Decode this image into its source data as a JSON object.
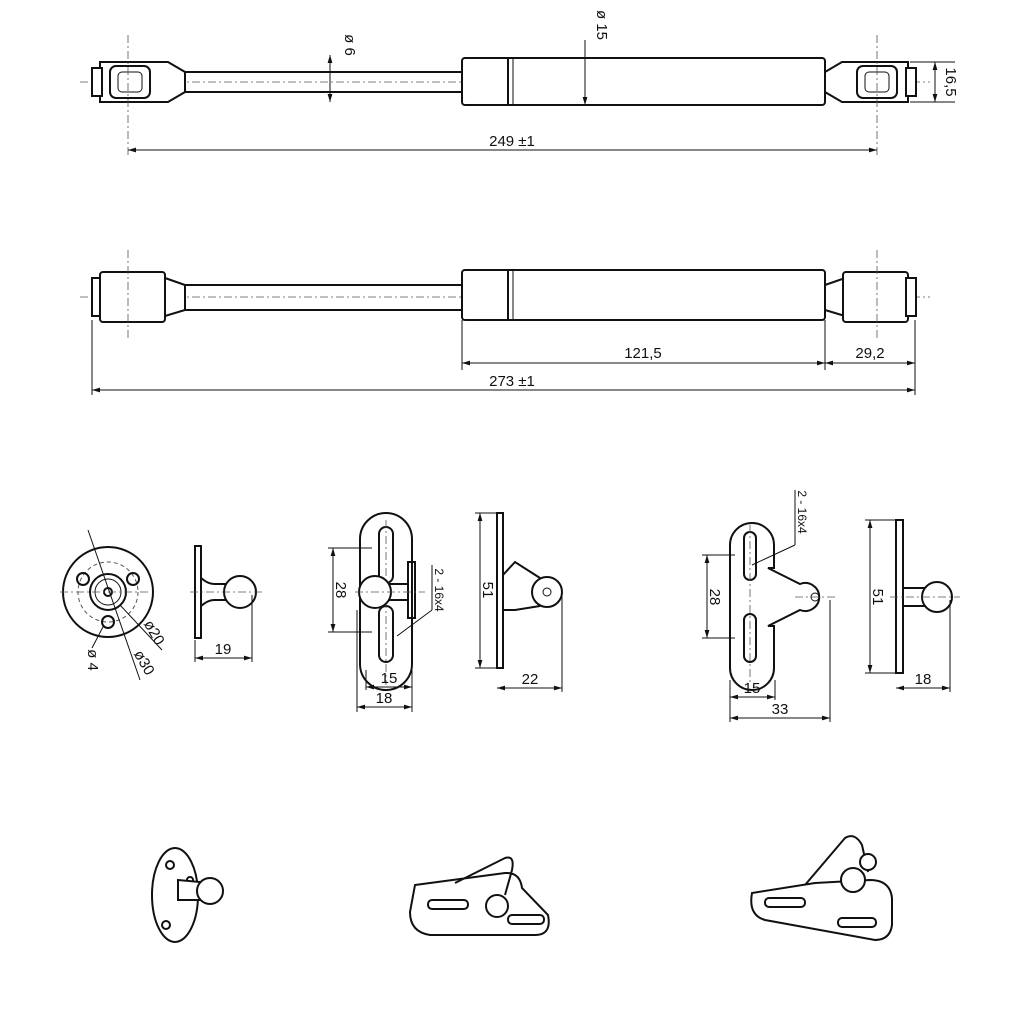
{
  "strut_top": {
    "rod_diameter": "ø 6",
    "cylinder_diameter": "ø 15",
    "end_height": "16,5",
    "overall_length": "249  ±1"
  },
  "strut_side": {
    "cylinder_length": "121,5",
    "end_length": "29,2",
    "overall_length": "273 ±1"
  },
  "ball_plate": {
    "hole_diameter": "ø 4",
    "inner_diameter": "ø20",
    "outer_diameter": "ø30",
    "depth": "19"
  },
  "bracket_a": {
    "slot_pitch": "28",
    "slot_spec": "2 - 16x4",
    "inner_width": "15",
    "outer_width": "18",
    "height": "51",
    "depth": "22"
  },
  "bracket_b": {
    "slot_spec": "2 - 16x4",
    "slot_pitch": "28",
    "inner_width": "15",
    "overall_width": "33",
    "height": "51",
    "depth": "18"
  }
}
